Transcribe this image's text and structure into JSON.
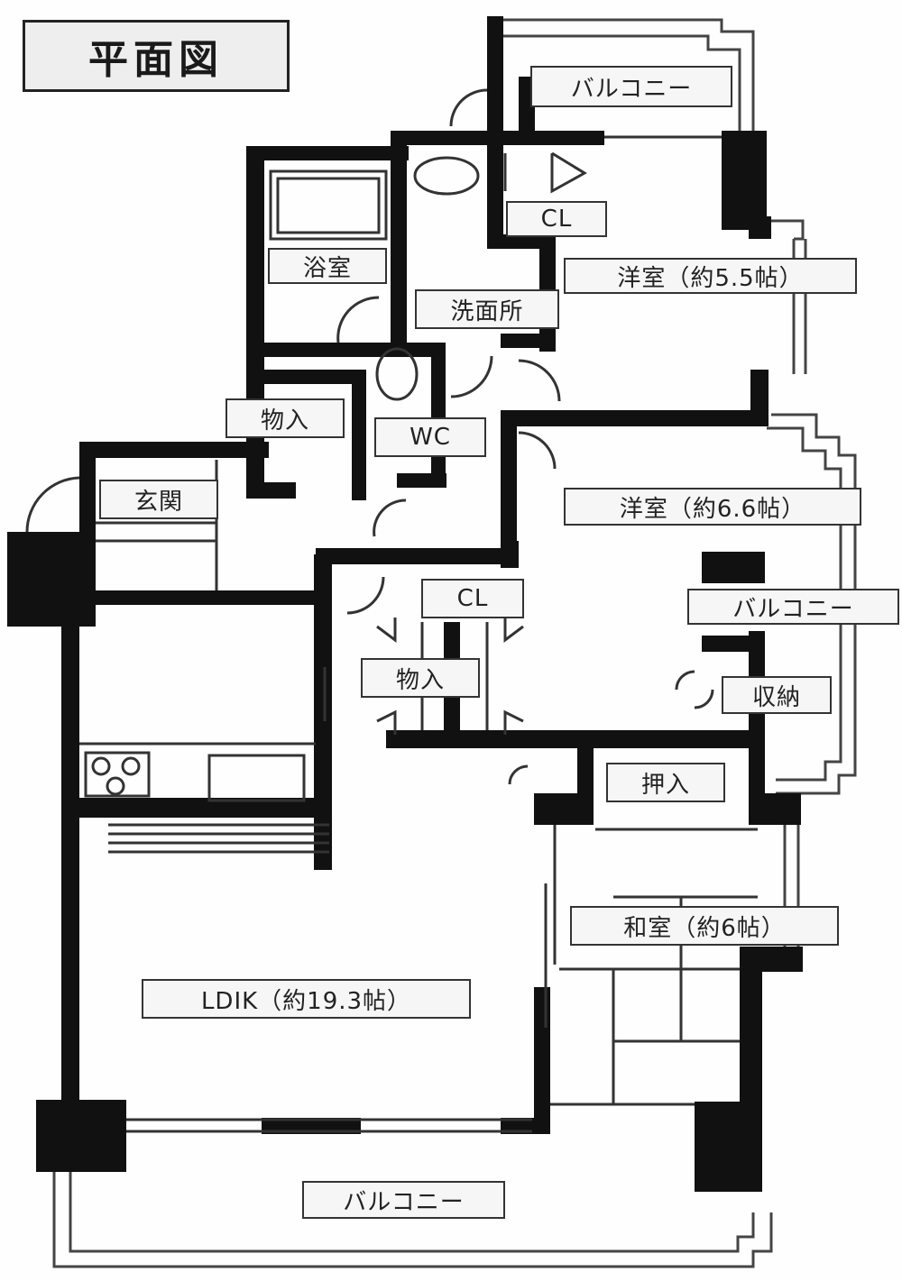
{
  "title": "平面図",
  "labels": {
    "balcony_top": "バルコニー",
    "cl_top": "CL",
    "bath": "浴室",
    "washroom": "洗面所",
    "western_room_1": "洋室（約5.5帖）",
    "storage_1": "物入",
    "wc": "WC",
    "entrance": "玄関",
    "western_room_2": "洋室（約6.6帖）",
    "cl_middle": "CL",
    "balcony_right": "バルコニー",
    "storage_2": "物入",
    "storage_closet": "収納",
    "oshiire": "押入",
    "japanese_room": "和室（約6帖）",
    "ldk": "LDIK（約19.3帖）",
    "balcony_bottom": "バルコニー"
  },
  "colors": {
    "wall": "#111111",
    "thin_line": "#444444",
    "label_fill": "#f6f6f6",
    "title_fill": "#eeeeee"
  }
}
